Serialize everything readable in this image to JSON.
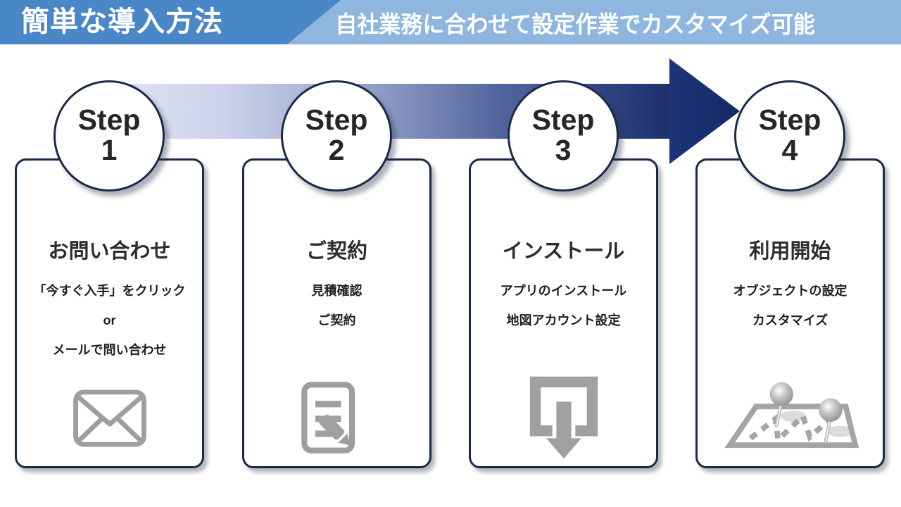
{
  "header": {
    "title": "簡単な導入方法",
    "subtitle": "自社業務に合わせて設定作業でカスタマイズ可能",
    "title_bar_color": "#4a87c8",
    "subtitle_bar_color": "#8fb6de"
  },
  "arrow": {
    "gradient_start_color": "#e3e6f4",
    "gradient_end_color": "#1d2f6d",
    "head_color": "#14306f"
  },
  "steps": [
    {
      "label": "Step",
      "number": "1",
      "title": "お問い合わせ",
      "lines": [
        "「今すぐ入手」をクリック",
        "or",
        "メールで問い合わせ"
      ],
      "icon": "envelope-icon"
    },
    {
      "label": "Step",
      "number": "2",
      "title": "ご契約",
      "lines": [
        "見積確認",
        "ご契約"
      ],
      "icon": "document-pencil-icon"
    },
    {
      "label": "Step",
      "number": "3",
      "title": "インストール",
      "lines": [
        "アプリのインストール",
        "地図アカウント設定"
      ],
      "icon": "download-icon"
    },
    {
      "label": "Step",
      "number": "4",
      "title": "利用開始",
      "lines": [
        "オブジェクトの設定",
        "カスタマイズ"
      ],
      "icon": "map-pins-icon"
    }
  ],
  "colors": {
    "card_border": "#1b2a49",
    "icon_gray": "#a0a0a0",
    "text_dark": "#2d2d2d"
  }
}
